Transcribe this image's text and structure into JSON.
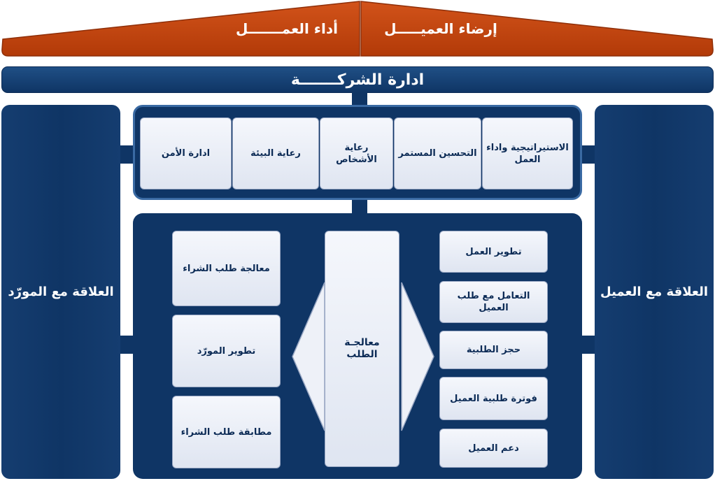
{
  "roof": {
    "left_title": "إرضاء العميـــــل",
    "right_title": "أداء العمـــــــل"
  },
  "header": {
    "title": "ادارة الشركـــــــة"
  },
  "pillars": {
    "customer": "العلاقة مع العميل",
    "supplier": "العلاقة مع المورّد"
  },
  "top_boxes": [
    "الاستيراتيجية واداء العمل",
    "التحسين المستمر",
    "رعاية الأشخاص",
    "رعاية البيئة",
    "ادارة الأمن"
  ],
  "customer_boxes": [
    "تطوير العمل",
    "التعامل مع طلب العميل",
    "حجز الطلبية",
    "فوترة طلبية العميل",
    "دعم العميل"
  ],
  "center_box": "معالجـة الطلب",
  "supplier_boxes": [
    "معالجة طلب الشراء",
    "تطوير المورّد",
    "مطابقة طلب الشراء"
  ],
  "colors": {
    "navy": "#0f3565",
    "roof": "#c0440d",
    "card": "#e8ecf5"
  }
}
